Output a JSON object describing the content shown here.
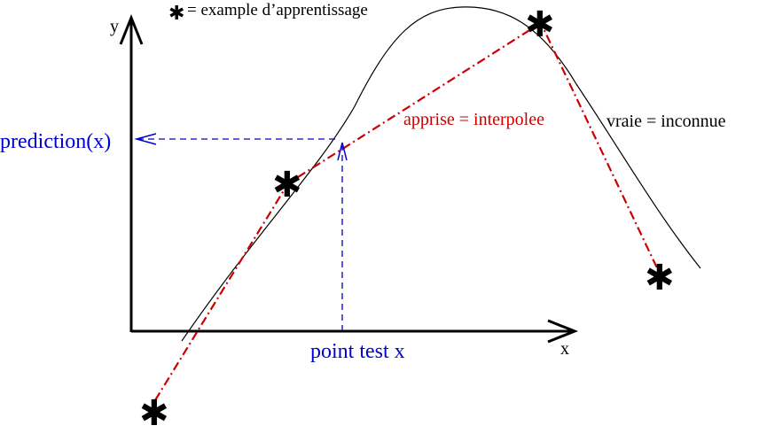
{
  "legend": {
    "symbol": "✱",
    "text": "= example d’apprentissage"
  },
  "axes": {
    "y_label": "y",
    "x_label": "x"
  },
  "labels": {
    "prediction": "prediction(x)",
    "learned": "apprise = interpolee",
    "true_fn": "vraie = inconnue",
    "test_point": "point test x"
  },
  "training_marker": "✱",
  "colors": {
    "axes": "#000000",
    "true_curve": "#000000",
    "interpolation": "#cc0000",
    "guide": "#0000cc"
  }
}
